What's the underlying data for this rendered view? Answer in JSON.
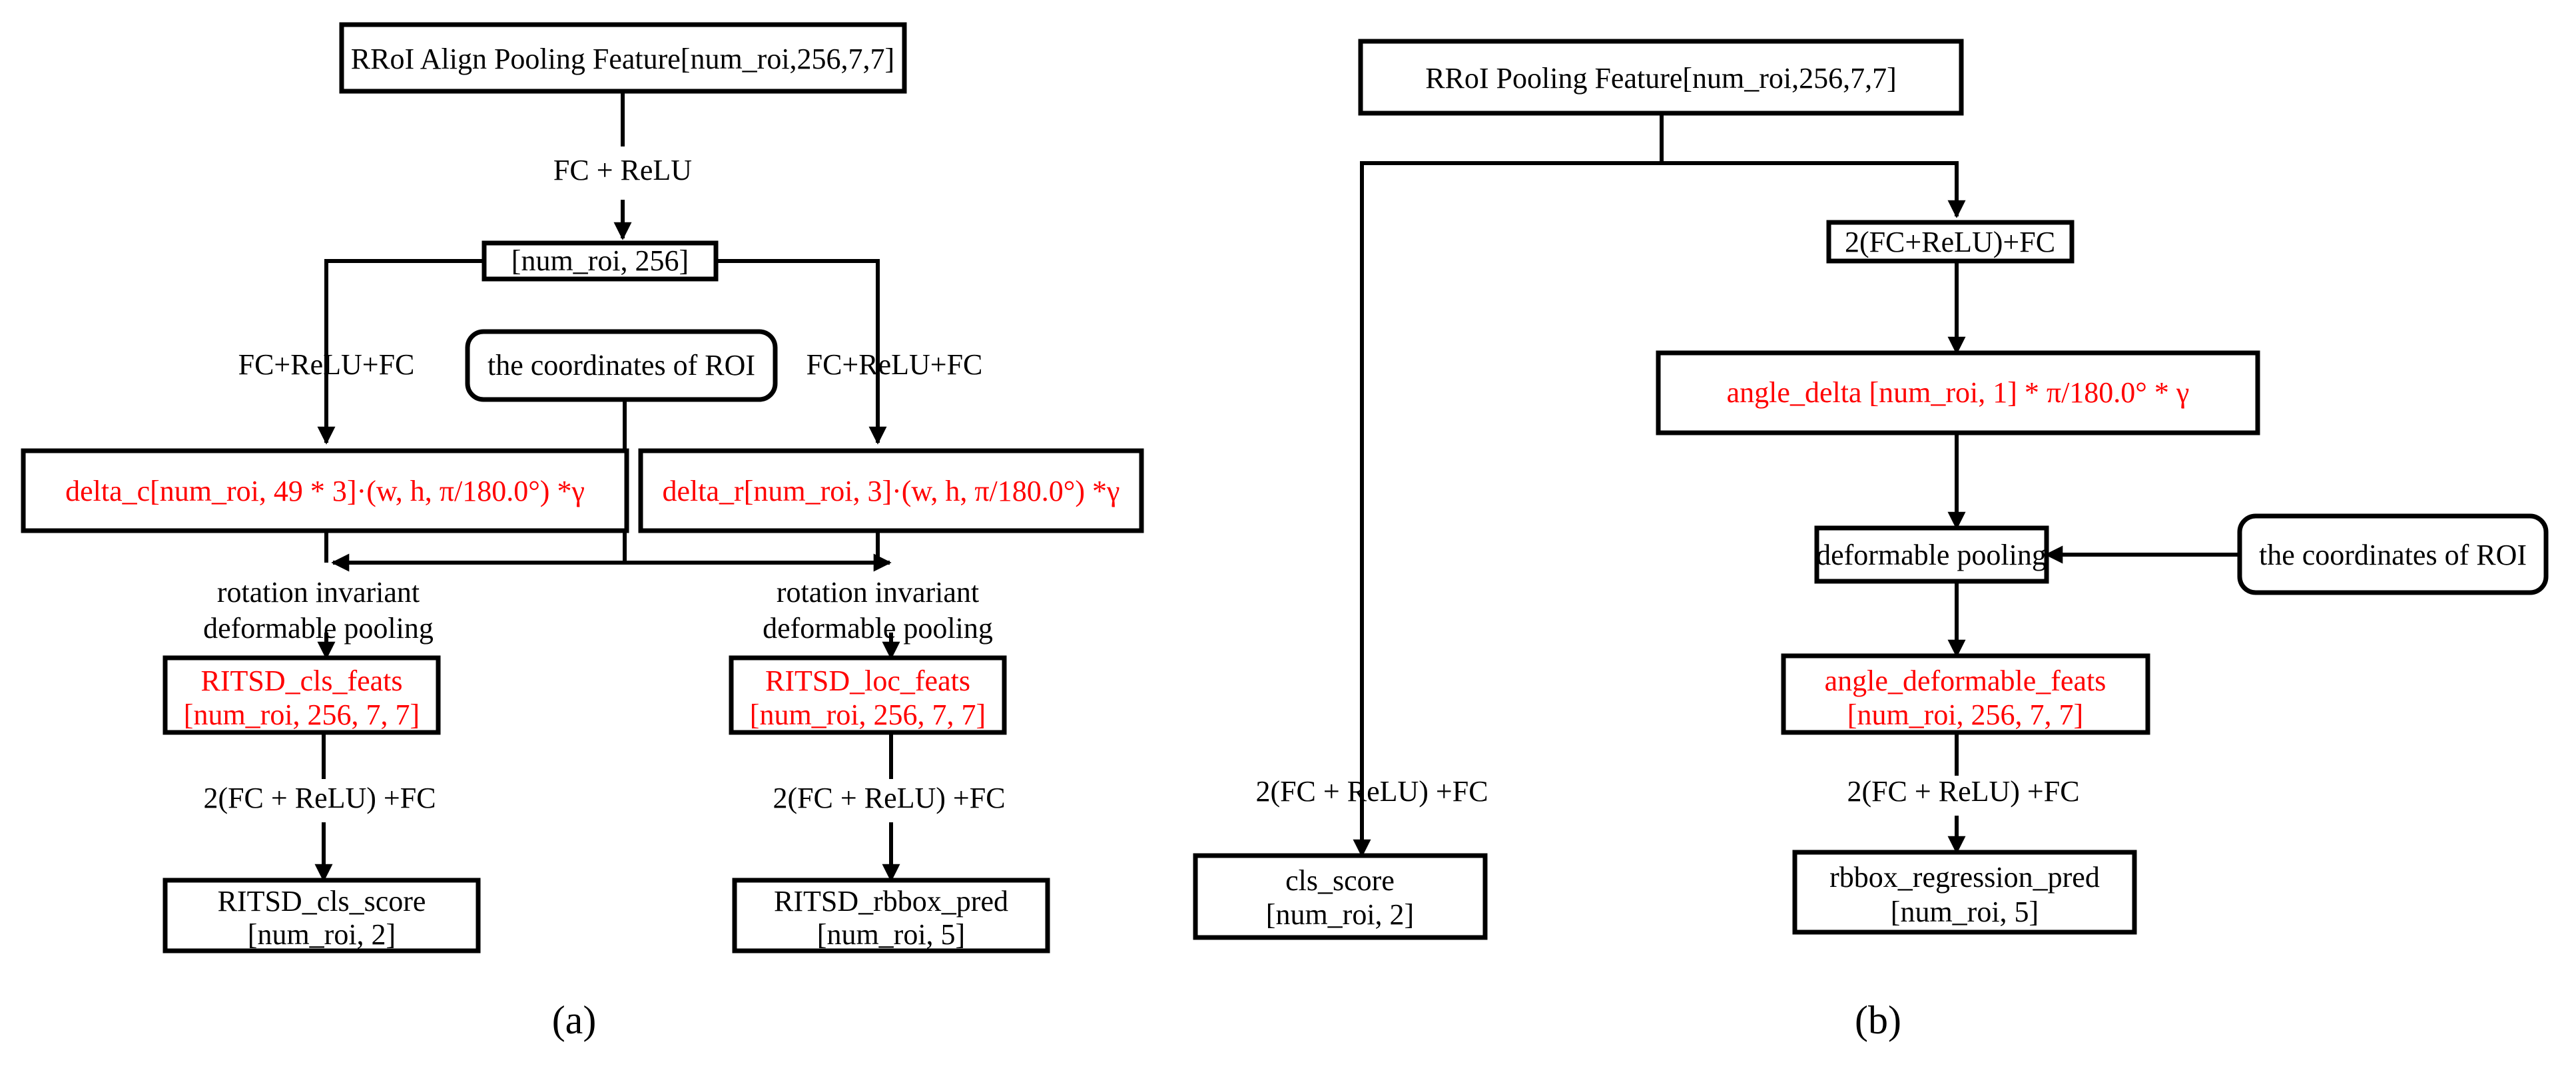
{
  "panel_a": {
    "label": "(a)",
    "nodes": {
      "rroi_align": "RRoI Align Pooling Feature[num_roi,256,7,7]",
      "num_roi_256": "[num_roi, 256]",
      "coords_roi": "the coordinates of ROI",
      "delta_c": "delta_c[num_roi, 49 * 3]·(w, h, π/180.0°) *γ",
      "delta_r": "delta_r[num_roi, 3]·(w, h, π/180.0°) *γ",
      "cls_feats_line1": "RITSD_cls_feats",
      "cls_feats_line2": "[num_roi, 256, 7, 7]",
      "loc_feats_line1": "RITSD_loc_feats",
      "loc_feats_line2": "[num_roi, 256, 7, 7]",
      "cls_score_line1": "RITSD_cls_score",
      "cls_score_line2": "[num_roi, 2]",
      "rbbox_pred_line1": "RITSD_rbbox_pred",
      "rbbox_pred_line2": "[num_roi, 5]"
    },
    "edge_labels": {
      "fc_relu": "FC + ReLU",
      "fc_relu_fc_left": "FC+ReLU+FC",
      "fc_relu_fc_right": "FC+ReLU+FC",
      "rot_inv_left_1": "rotation invariant",
      "rot_inv_left_2": "deformable pooling",
      "rot_inv_right_1": "rotation invariant",
      "rot_inv_right_2": "deformable pooling",
      "fc2_left": "2(FC + ReLU) +FC",
      "fc2_right": "2(FC + ReLU) +FC"
    }
  },
  "panel_b": {
    "label": "(b)",
    "nodes": {
      "rroi_pool": "RRoI Pooling Feature[num_roi,256,7,7]",
      "fc2": "2(FC+ReLU)+FC",
      "angle_delta": "angle_delta [num_roi, 1] * π/180.0° * γ",
      "deformable_pooling": "deformable pooling",
      "coords_roi": "the coordinates of ROI",
      "angle_feats_line1": "angle_deformable_feats",
      "angle_feats_line2": "[num_roi, 256, 7, 7]",
      "cls_score_line1": "cls_score",
      "cls_score_line2": "[num_roi, 2]",
      "rbbox_reg_line1": "rbbox_regression_pred",
      "rbbox_reg_line2": "[num_roi, 5]"
    },
    "edge_labels": {
      "fc2_left": "2(FC + ReLU) +FC",
      "fc2_right": "2(FC + ReLU) +FC"
    }
  },
  "colors": {
    "highlight_text": "#ff0000",
    "line": "#000000"
  }
}
